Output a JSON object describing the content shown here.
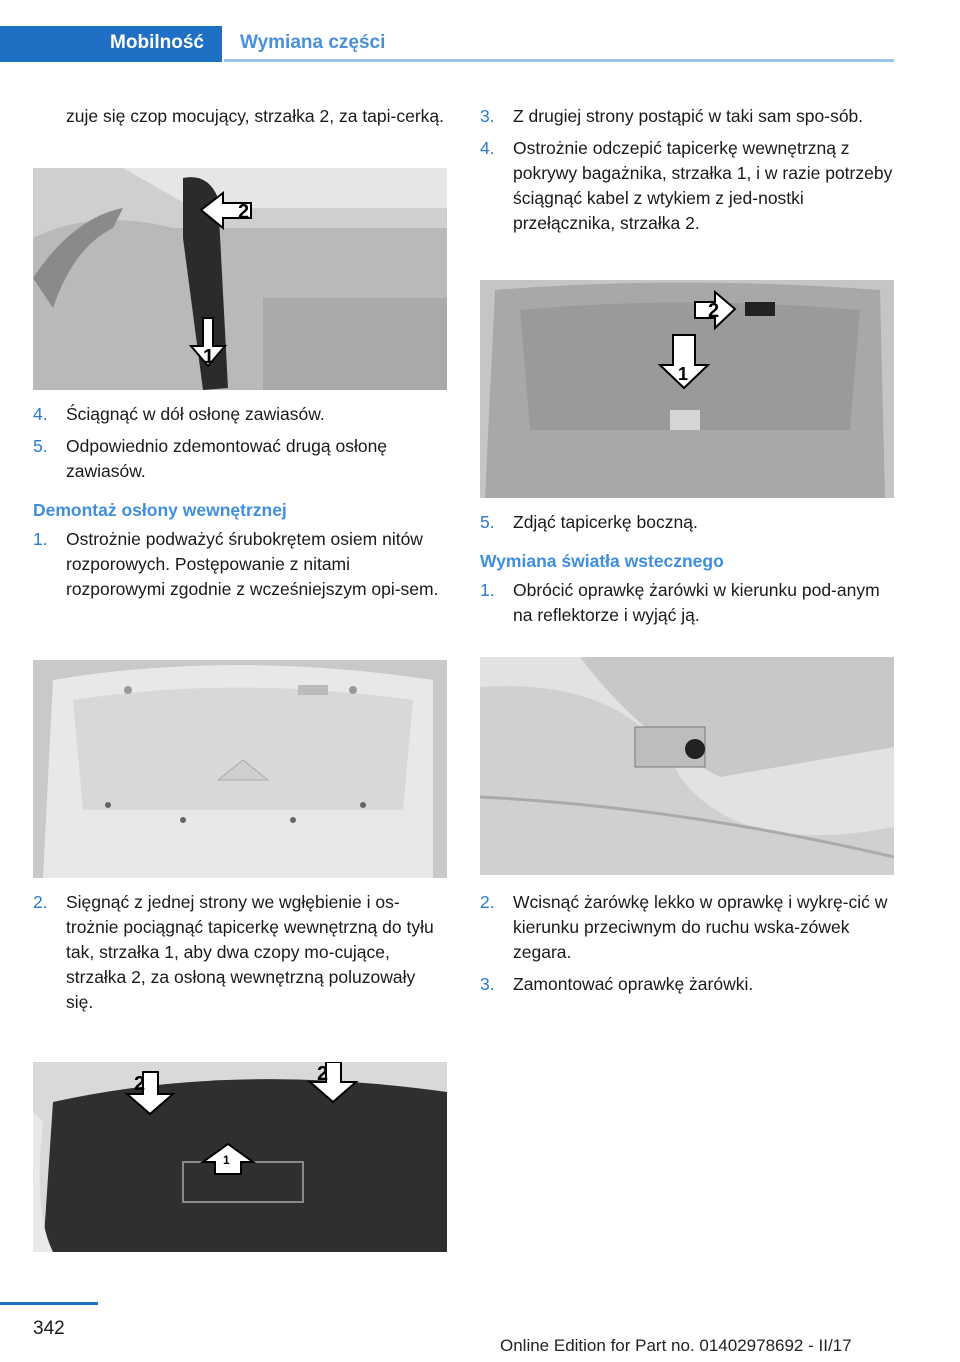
{
  "header": {
    "tab_active": "Mobilność",
    "tab_section": "Wymiana części"
  },
  "left": {
    "intro": "zuje się czop mocujący, strzałka 2, za tapi-cerką.",
    "steps_a": [
      {
        "n": "4.",
        "t": "Ściągnąć w dół osłonę zawiasów."
      },
      {
        "n": "5.",
        "t": "Odpowiednio zdemontować drugą osłonę zawiasów."
      }
    ],
    "heading": "Demontaż osłony wewnętrznej",
    "steps_b": [
      {
        "n": "1.",
        "t": "Ostrożnie podważyć śrubokrętem osiem nitów rozporowych. Postępowanie z nitami rozporowymi zgodnie z wcześniejszym opi-sem."
      }
    ],
    "steps_c": [
      {
        "n": "2.",
        "t": "Sięgnąć z jednej strony we wgłębienie i os-trożnie pociągnąć tapicerkę wewnętrzną do tyłu tak, strzałka 1, aby dwa czopy mo-cujące, strzałka 2, za osłoną wewnętrzną poluzowały się."
      }
    ],
    "fig1": {
      "arrows": [
        "2",
        "1"
      ]
    },
    "fig3": {
      "arrows": [
        "2",
        "2",
        "1"
      ]
    }
  },
  "right": {
    "steps_a": [
      {
        "n": "3.",
        "t": "Z drugiej strony postąpić w taki sam spo-sób."
      },
      {
        "n": "4.",
        "t": "Ostrożnie odczepić tapicerkę wewnętrzną z pokrywy bagażnika, strzałka 1, i w razie potrzeby ściągnąć kabel z wtykiem z jed-nostki przełącznika, strzałka 2."
      }
    ],
    "steps_b": [
      {
        "n": "5.",
        "t": "Zdjąć tapicerkę boczną."
      }
    ],
    "heading": "Wymiana światła wstecznego",
    "steps_c": [
      {
        "n": "1.",
        "t": "Obrócić oprawkę żarówki w kierunku pod-anym na reflektorze i wyjąć ją."
      }
    ],
    "steps_d": [
      {
        "n": "2.",
        "t": "Wcisnąć żarówkę lekko w oprawkę i wykrę-cić w kierunku przeciwnym do ruchu wska-zówek zegara."
      },
      {
        "n": "3.",
        "t": "Zamontować oprawkę żarówki."
      }
    ],
    "fig2": {
      "arrows": [
        "2",
        "1"
      ]
    }
  },
  "footer": {
    "page": "342",
    "edition": "Online Edition for Part no. 01402978692 - II/17"
  }
}
